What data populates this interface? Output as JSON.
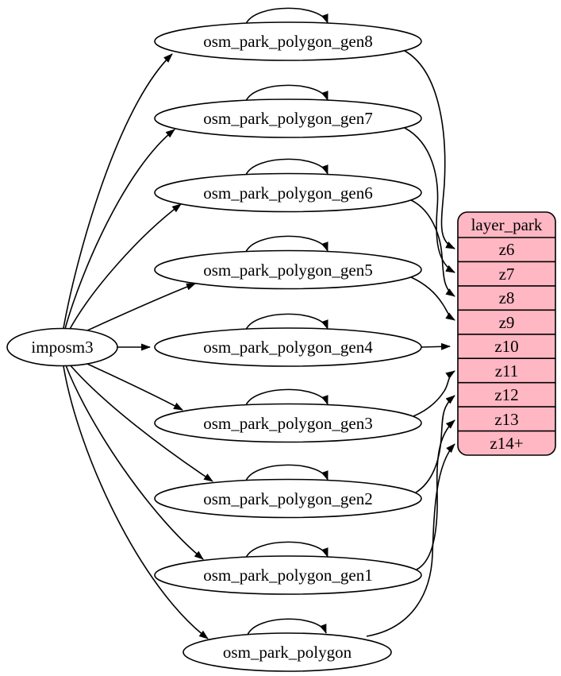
{
  "graph": {
    "source_node": {
      "label": "imposm3"
    },
    "generalized_tables": [
      {
        "label": "osm_park_polygon_gen8",
        "zoom_row": "z6"
      },
      {
        "label": "osm_park_polygon_gen7",
        "zoom_row": "z7"
      },
      {
        "label": "osm_park_polygon_gen6",
        "zoom_row": "z8"
      },
      {
        "label": "osm_park_polygon_gen5",
        "zoom_row": "z9"
      },
      {
        "label": "osm_park_polygon_gen4",
        "zoom_row": "z10"
      },
      {
        "label": "osm_park_polygon_gen3",
        "zoom_row": "z11"
      },
      {
        "label": "osm_park_polygon_gen2",
        "zoom_row": "z12"
      },
      {
        "label": "osm_park_polygon_gen1",
        "zoom_row": "z13"
      },
      {
        "label": "osm_park_polygon",
        "zoom_row": "z14+"
      }
    ],
    "layer_node": {
      "header": "layer_park",
      "rows": [
        "z6",
        "z7",
        "z8",
        "z9",
        "z10",
        "z11",
        "z12",
        "z13",
        "z14+"
      ]
    },
    "edges": {
      "from_source_to": [
        "osm_park_polygon_gen8",
        "osm_park_polygon_gen7",
        "osm_park_polygon_gen6",
        "osm_park_polygon_gen5",
        "osm_park_polygon_gen4",
        "osm_park_polygon_gen3",
        "osm_park_polygon_gen2",
        "osm_park_polygon_gen1",
        "osm_park_polygon"
      ],
      "self_loops": [
        "osm_park_polygon_gen8",
        "osm_park_polygon_gen7",
        "osm_park_polygon_gen6",
        "osm_park_polygon_gen5",
        "osm_park_polygon_gen4",
        "osm_park_polygon_gen3",
        "osm_park_polygon_gen2",
        "osm_park_polygon_gen1",
        "osm_park_polygon"
      ],
      "to_layer": [
        {
          "from": "osm_park_polygon_gen8",
          "to": "z6"
        },
        {
          "from": "osm_park_polygon_gen7",
          "to": "z7"
        },
        {
          "from": "osm_park_polygon_gen6",
          "to": "z8"
        },
        {
          "from": "osm_park_polygon_gen5",
          "to": "z9"
        },
        {
          "from": "osm_park_polygon_gen4",
          "to": "z10"
        },
        {
          "from": "osm_park_polygon_gen3",
          "to": "z11"
        },
        {
          "from": "osm_park_polygon_gen2",
          "to": "z12"
        },
        {
          "from": "osm_park_polygon_gen1",
          "to": "z13"
        },
        {
          "from": "osm_park_polygon",
          "to": "z14+"
        }
      ]
    },
    "colors": {
      "layer_fill": "#ffb7c3",
      "node_fill": "#ffffff",
      "stroke": "#000000",
      "background": "#ffffff"
    }
  }
}
